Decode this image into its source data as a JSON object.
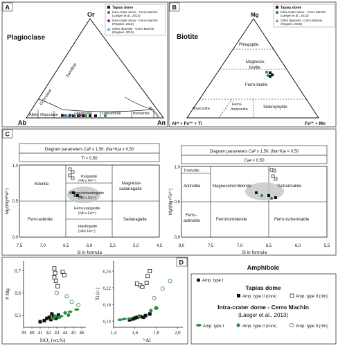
{
  "panels": {
    "A": {
      "letter": "A",
      "title": "Plagioclase",
      "apex_top": "Or",
      "apex_left": "Ab",
      "apex_right": "An",
      "fields": {
        "sanidine": "Sanidine",
        "orthoclase": "Orthoclase",
        "albite": "Albite",
        "oligoclase": "Oligoclase",
        "andesine": "Andesine",
        "labradorite": "Labradorite",
        "bytownite": "Bytownite",
        "anorthite": "Anorthite"
      },
      "legend": [
        {
          "symbol": "square",
          "color": "#111111",
          "label": "Tapias dome",
          "bold": true
        },
        {
          "symbol": "circle",
          "color": "#1f8f3a",
          "label": "Intra-crater dome - Cerro Machin",
          "sub": "(Laeger et al., 2013)"
        },
        {
          "symbol": "diamond",
          "color": "#5b2a86",
          "label": "Intra-crater dome - Cerro Machin",
          "sub": "(Regnier, 2015)"
        },
        {
          "symbol": "triangle",
          "color": "#3aa6c8",
          "label": "Other deposits - Cerro Machin",
          "sub": "(Regnier, 2015)"
        }
      ]
    },
    "B": {
      "letter": "B",
      "title": "Biotite",
      "apex_top": "Mg",
      "apex_left": "Alᵛᴵ + Fe³⁺ + Ti",
      "apex_right": "Fe²⁺ + Mn",
      "fields": {
        "phlogopite": "Phlogopite",
        "magnesio_line1": "Magnesio-",
        "magnesio_line2": "biotite",
        "ferro_biotite": "Ferro-biotite",
        "muscovite": "Muscovite",
        "ferro_muscovite_1": "Ferro-",
        "ferro_muscovite_2": "muscovite",
        "siderophylite": "Siderophylite"
      },
      "legend": [
        {
          "symbol": "square",
          "color": "#111111",
          "label": "Tapias dome",
          "bold": true
        },
        {
          "symbol": "circle",
          "color": "#1f8f3a",
          "label": "Intra-crater dome - Cerro Machin",
          "sub": "(Laeger et al., 2013)"
        },
        {
          "symbol": "triangle",
          "color": "#3aa6c8",
          "label": "Other deposits - Cerro Machin",
          "sub": "(Regnier, 2015)"
        }
      ]
    },
    "C": {
      "letter": "C",
      "left": {
        "param1": "Diagram parameters Caᴮ ≥ 1,50; (Na+K)ᴀ ≥ 0,50",
        "param2": "Ti < 0,50",
        "ylabel": "Mg/(Mg+Fe²⁺)",
        "xlabel": "Si in formula",
        "xticks": [
          "7,5",
          "7,0",
          "6,5",
          "6,0",
          "5,5",
          "5,0",
          "4,5"
        ],
        "yticks": [
          "1,0",
          "0,5",
          "0,0"
        ],
        "fields": {
          "edenite": "Edenite",
          "pargasite": "Pargasite",
          "pargasite_sub": "(ᵛᴵAl ≥ Fe³⁺)",
          "mhast": "Magnesiohastingsite",
          "mhast_sub": "(ᵛᴵAl < Fe³⁺)",
          "msad_1": "Magnesio-",
          "msad_2": "sadanagaite",
          "fedenite": "Ferro-edenite",
          "fparg": "Ferro-pargasite",
          "fparg_sub": "(ᵛᴵAl ≥ Fe³⁺)",
          "hast": "Hastingsite",
          "hast_sub": "(ᵛᴵAl< Fe³⁺)",
          "sad": "Sadanagaite"
        }
      },
      "right": {
        "param1": "Diagram parameters Caᴮ ≥ 1,50; (Na+K)ᴀ < 0,50",
        "param2": "Caᴀ < 0,50",
        "ylabel": "Mg/(Mg+Fe²⁺)",
        "xlabel": "Si in formula",
        "xticks": [
          "8,0",
          "7,5",
          "7,0",
          "6,5",
          "6,0",
          "5,5"
        ],
        "yticks": [
          "1,0",
          "0,5",
          "0,0"
        ],
        "fields": {
          "tremolite": "Tremolite",
          "actinolite": "Actinolite",
          "mghbl": "Magnesiohornblende",
          "tscher": "Tschermakite",
          "fact_1": "Ferro-",
          "fact_2": "actinolite",
          "fhbl": "Ferrohornblende",
          "ftscher": "Ferro-tschermakite"
        }
      }
    },
    "D": {
      "letter": "D",
      "left": {
        "ylabel": "# Mg",
        "xlabel": "SiO₂ (wt.%)",
        "xticks": [
          "39",
          "40",
          "41",
          "42",
          "43",
          "44",
          "45",
          "46"
        ],
        "yticks": [
          "0,5",
          "0,6",
          "0,7"
        ]
      },
      "right": {
        "ylabel": "Ti (c.)",
        "xlabel": "ᴵᵛAl",
        "xticks": [
          "1,4",
          "1,6",
          "1,8",
          "2,0"
        ],
        "yticks": [
          "0,14",
          "0,18",
          "0,22",
          "0,26"
        ]
      }
    },
    "amphibole_legend": {
      "title": "Amphibole",
      "group1": "Tapias dome",
      "group1_items": [
        "Amp. type I",
        "Amp. type II (core)",
        "Amp. type II (rim)"
      ],
      "group2": "Intra-crater dome - Cerro Machin",
      "group2_sub": "(Laeger et al., 2013)",
      "group2_items": [
        "Amp. type I",
        "Amp. type II (core)",
        "Amp. type II (rim)"
      ]
    }
  },
  "chart_data": [
    {
      "type": "scatter",
      "xlabel": "SiO₂ (wt.%)",
      "ylabel": "# Mg",
      "xlim": [
        39,
        46.5
      ],
      "ylim": [
        0.48,
        0.78
      ],
      "series": [
        {
          "name": "Amp. type II (core)",
          "group": "Tapias dome",
          "marker": "filled-square",
          "color": "#111111",
          "x": [
            41.0,
            41.5,
            41.8,
            42.1,
            42.3,
            42.6,
            42.9,
            43.2,
            42.4
          ],
          "y": [
            0.505,
            0.51,
            0.52,
            0.525,
            0.515,
            0.53,
            0.52,
            0.535,
            0.54
          ]
        },
        {
          "name": "Amp. type II (rim)",
          "group": "Tapias dome",
          "marker": "open-square",
          "color": "#111111",
          "x": [
            42.7,
            42.8,
            42.7,
            42.9,
            43.1,
            43.7,
            43.9
          ],
          "y": [
            0.745,
            0.725,
            0.705,
            0.69,
            0.665,
            0.73,
            0.715
          ]
        },
        {
          "name": "Amp. type II (core)",
          "group": "Intra-crater dome - Cerro Machin",
          "marker": "filled-circle",
          "color": "#2e8b3e",
          "x": [
            42.8,
            43.3,
            44.0,
            44.4
          ],
          "y": [
            0.53,
            0.525,
            0.545,
            0.535
          ]
        },
        {
          "name": "Amp. type II (rim)",
          "group": "Intra-crater dome - Cerro Machin",
          "marker": "open-circle",
          "color": "#2e8b3e",
          "x": [
            43.0,
            44.2,
            44.8,
            45.6
          ],
          "y": [
            0.635,
            0.62,
            0.595,
            0.58
          ]
        },
        {
          "name": "Amp. type I",
          "group": "Intra-crater dome - Cerro Machin",
          "marker": "ellipse",
          "color": "#2e8b3e",
          "x": [
            42.5,
            43.5,
            44.6,
            45.4
          ],
          "y": [
            0.52,
            0.53,
            0.55,
            0.56
          ]
        }
      ]
    },
    {
      "type": "scatter",
      "xlabel": "ᴵᵛAl",
      "ylabel": "Ti (c.)",
      "xlim": [
        1.4,
        2.05
      ],
      "ylim": [
        0.125,
        0.285
      ],
      "series": [
        {
          "name": "Amp. type II (core)",
          "group": "Tapias dome",
          "marker": "filled-square",
          "color": "#111111",
          "x": [
            1.55,
            1.58,
            1.6,
            1.62,
            1.65,
            1.68,
            1.7,
            1.74
          ],
          "y": [
            0.143,
            0.145,
            0.147,
            0.149,
            0.151,
            0.149,
            0.153,
            0.157
          ]
        },
        {
          "name": "Amp. type II (rim)",
          "group": "Tapias dome",
          "marker": "open-square",
          "color": "#111111",
          "x": [
            1.62,
            1.65,
            1.67,
            1.71,
            1.72,
            1.74
          ],
          "y": [
            0.23,
            0.226,
            0.222,
            0.232,
            0.248,
            0.26
          ]
        },
        {
          "name": "Amp. type II (core)",
          "group": "Intra-crater dome - Cerro Machin",
          "marker": "filled-circle",
          "color": "#2e8b3e",
          "x": [
            1.64,
            1.75,
            1.8
          ],
          "y": [
            0.152,
            0.165,
            0.172
          ]
        },
        {
          "name": "Amp. type II (rim)",
          "group": "Intra-crater dome - Cerro Machin",
          "marker": "open-circle",
          "color": "#2e8b3e",
          "x": [
            1.78,
            1.86,
            1.93
          ],
          "y": [
            0.195,
            0.218,
            0.236
          ]
        },
        {
          "name": "Amp. type I",
          "group": "Intra-crater dome - Cerro Machin",
          "marker": "ellipse",
          "color": "#2e8b3e",
          "x": [
            1.46,
            1.5,
            1.55,
            1.8
          ],
          "y": [
            0.143,
            0.145,
            0.146,
            0.17
          ]
        }
      ]
    }
  ]
}
